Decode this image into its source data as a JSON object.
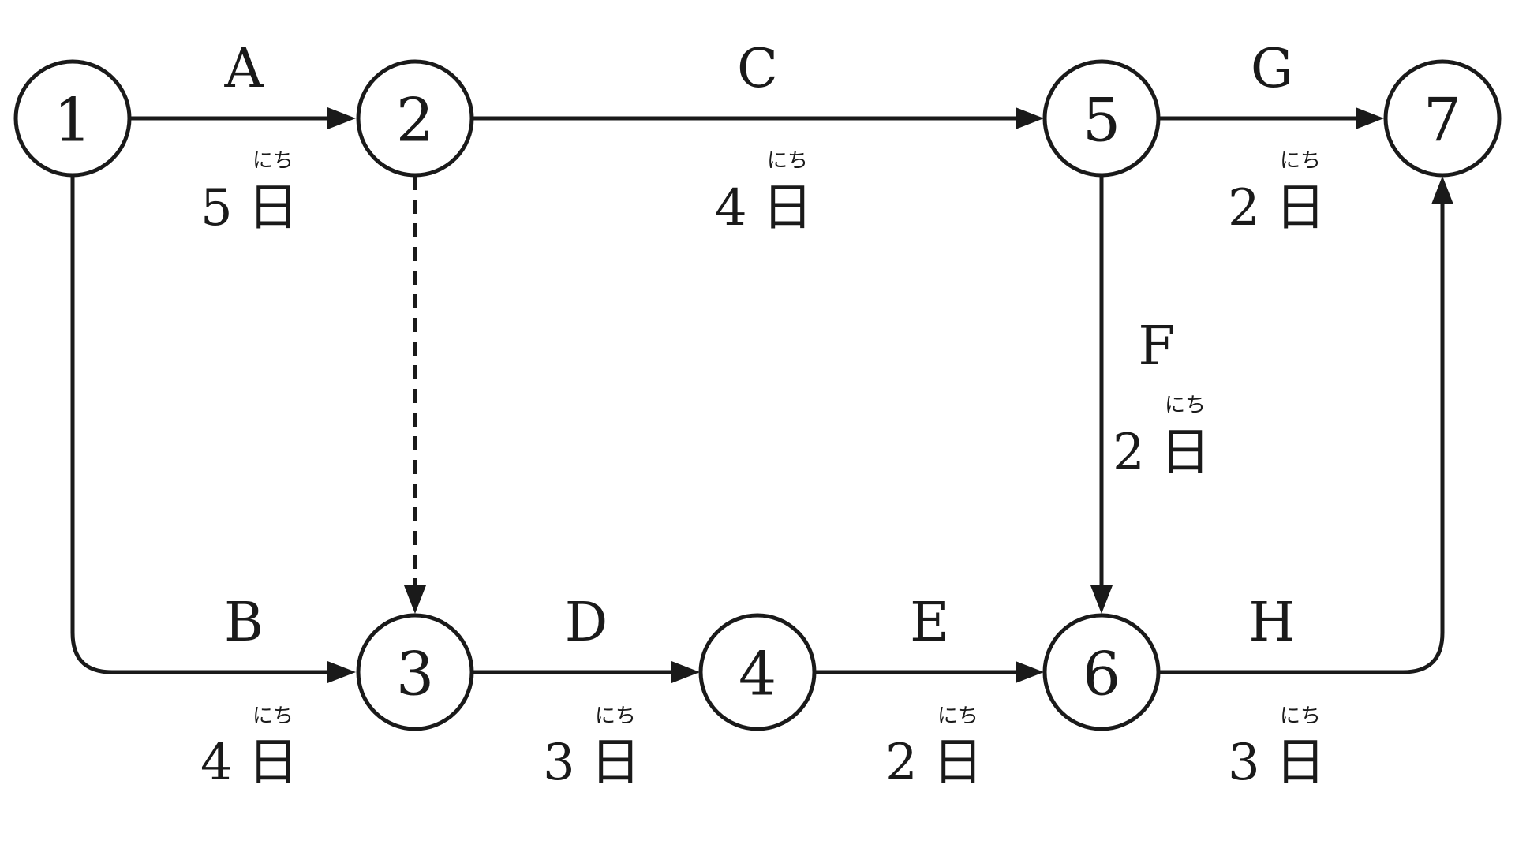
{
  "nodes": [
    {
      "id": "n1",
      "label": "1"
    },
    {
      "id": "n2",
      "label": "2"
    },
    {
      "id": "n3",
      "label": "3"
    },
    {
      "id": "n4",
      "label": "4"
    },
    {
      "id": "n5",
      "label": "5"
    },
    {
      "id": "n6",
      "label": "6"
    },
    {
      "id": "n7",
      "label": "7"
    }
  ],
  "edges": [
    {
      "id": "A",
      "label": "A",
      "from": "1",
      "to": "2",
      "duration": "5",
      "unit": "日",
      "reading": "にち"
    },
    {
      "id": "B",
      "label": "B",
      "from": "1",
      "to": "3",
      "duration": "4",
      "unit": "日",
      "reading": "にち"
    },
    {
      "id": "C",
      "label": "C",
      "from": "2",
      "to": "5",
      "duration": "4",
      "unit": "日",
      "reading": "にち"
    },
    {
      "id": "D",
      "label": "D",
      "from": "3",
      "to": "4",
      "duration": "3",
      "unit": "日",
      "reading": "にち"
    },
    {
      "id": "E",
      "label": "E",
      "from": "4",
      "to": "6",
      "duration": "2",
      "unit": "日",
      "reading": "にち"
    },
    {
      "id": "F",
      "label": "F",
      "from": "5",
      "to": "6",
      "duration": "2",
      "unit": "日",
      "reading": "にち"
    },
    {
      "id": "G",
      "label": "G",
      "from": "5",
      "to": "7",
      "duration": "2",
      "unit": "日",
      "reading": "にち"
    },
    {
      "id": "H",
      "label": "H",
      "from": "6",
      "to": "7",
      "duration": "3",
      "unit": "日",
      "reading": "にち"
    }
  ],
  "dummy_edges": [
    {
      "from": "2",
      "to": "3",
      "style": "dashed"
    }
  ],
  "colors": {
    "stroke": "#1a1a1a",
    "background": "#ffffff"
  }
}
